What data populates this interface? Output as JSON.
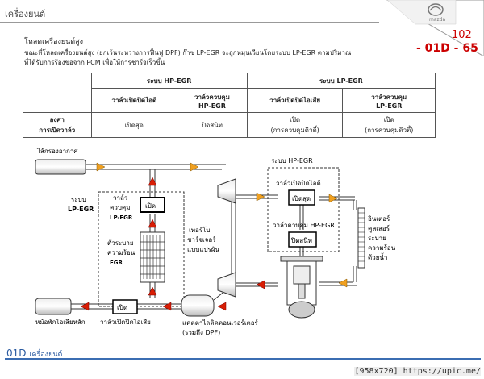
{
  "header": {
    "title": "เครื่องยนต์",
    "page_number": "102",
    "page_code": "- 01D - 65"
  },
  "logo": {
    "text": "mazda"
  },
  "section": {
    "title": "โหลดเครื่องยนต์สูง",
    "intro_line1": "ขณะที่โหลดเครื่องยนต์สูง (ยกเว้นระหว่างการฟื้นฟู DPF) ก๊าซ LP-EGR จะถูกหมุนเวียนโดยระบบ LP-EGR ตามปริมาณ",
    "intro_line2": "ที่ได้รับการร้องขอจาก PCM เพื่อให้การชาร์จเร็วขึ้น"
  },
  "table": {
    "group_hp": "ระบบ HP-EGR",
    "group_lp": "ระบบ LP-EGR",
    "col1": "วาล์วเปิดปิดไอดี",
    "col2_l1": "วาล์วควบคุม",
    "col2_l2": "HP-EGR",
    "col3": "วาล์วเปิดปิดไอเสีย",
    "col4_l1": "วาล์วควบคุม",
    "col4_l2": "LP-EGR",
    "row_label_l1": "องศา",
    "row_label_l2": "การเปิดวาล์ว",
    "v1": "เปิดสุด",
    "v2": "ปิดสนิท",
    "v3_l1": "เปิด",
    "v3_l2": "(การควบคุมดิวตี้)",
    "v4_l1": "เปิด",
    "v4_l2": "(การควบคุมดิวตี้)"
  },
  "diagram": {
    "air_filter": "ไส้กรองอากาศ",
    "lp_system_l1": "ระบบ",
    "lp_system_l2": "LP-EGR",
    "lp_valve_l1": "วาล์ว",
    "lp_valve_l2": "ควบคุม",
    "lp_valve_l3": "LP-EGR",
    "cooler_l1": "ตัวระบาย",
    "cooler_l2": "ความร้อน",
    "cooler_l3": "EGR",
    "open_label": "เปิด",
    "exhaust_valve": "วาล์วเปิดปิดไอเสีย",
    "turbo_l1": "เทอร์โบ",
    "turbo_l2": "ชาร์จเจอร์",
    "turbo_l3": "แบบแปรผัน",
    "catalytic_l1": "แคตตาไลติคคอนเวอร์เตอร์",
    "catalytic_l2": "(รวมถึง DPF)",
    "muffler": "หม้อพักไอเสียหลัก",
    "hp_system": "ระบบ HP-EGR",
    "intake_valve": "วาล์วเปิดปิดไอดี",
    "full_open": "เปิดสุด",
    "hp_valve": "วาล์วควบคุม HP-EGR",
    "closed": "ปิดสนิท",
    "intercooler_l1": "อินเตอร์",
    "intercooler_l2": "คูลเลอร์",
    "intercooler_l3": "ระบาย",
    "intercooler_l4": "ความร้อน",
    "intercooler_l5": "ด้วยน้ำ"
  },
  "footer": {
    "code": "01D",
    "label": "เครื่องยนต์"
  },
  "watermark": "[958x720] https://upic.me/",
  "colors": {
    "accent_red": "#cc0000",
    "arrow_red": "#d81e05",
    "arrow_orange": "#f0a020",
    "footer_blue": "#2a5aa0"
  }
}
